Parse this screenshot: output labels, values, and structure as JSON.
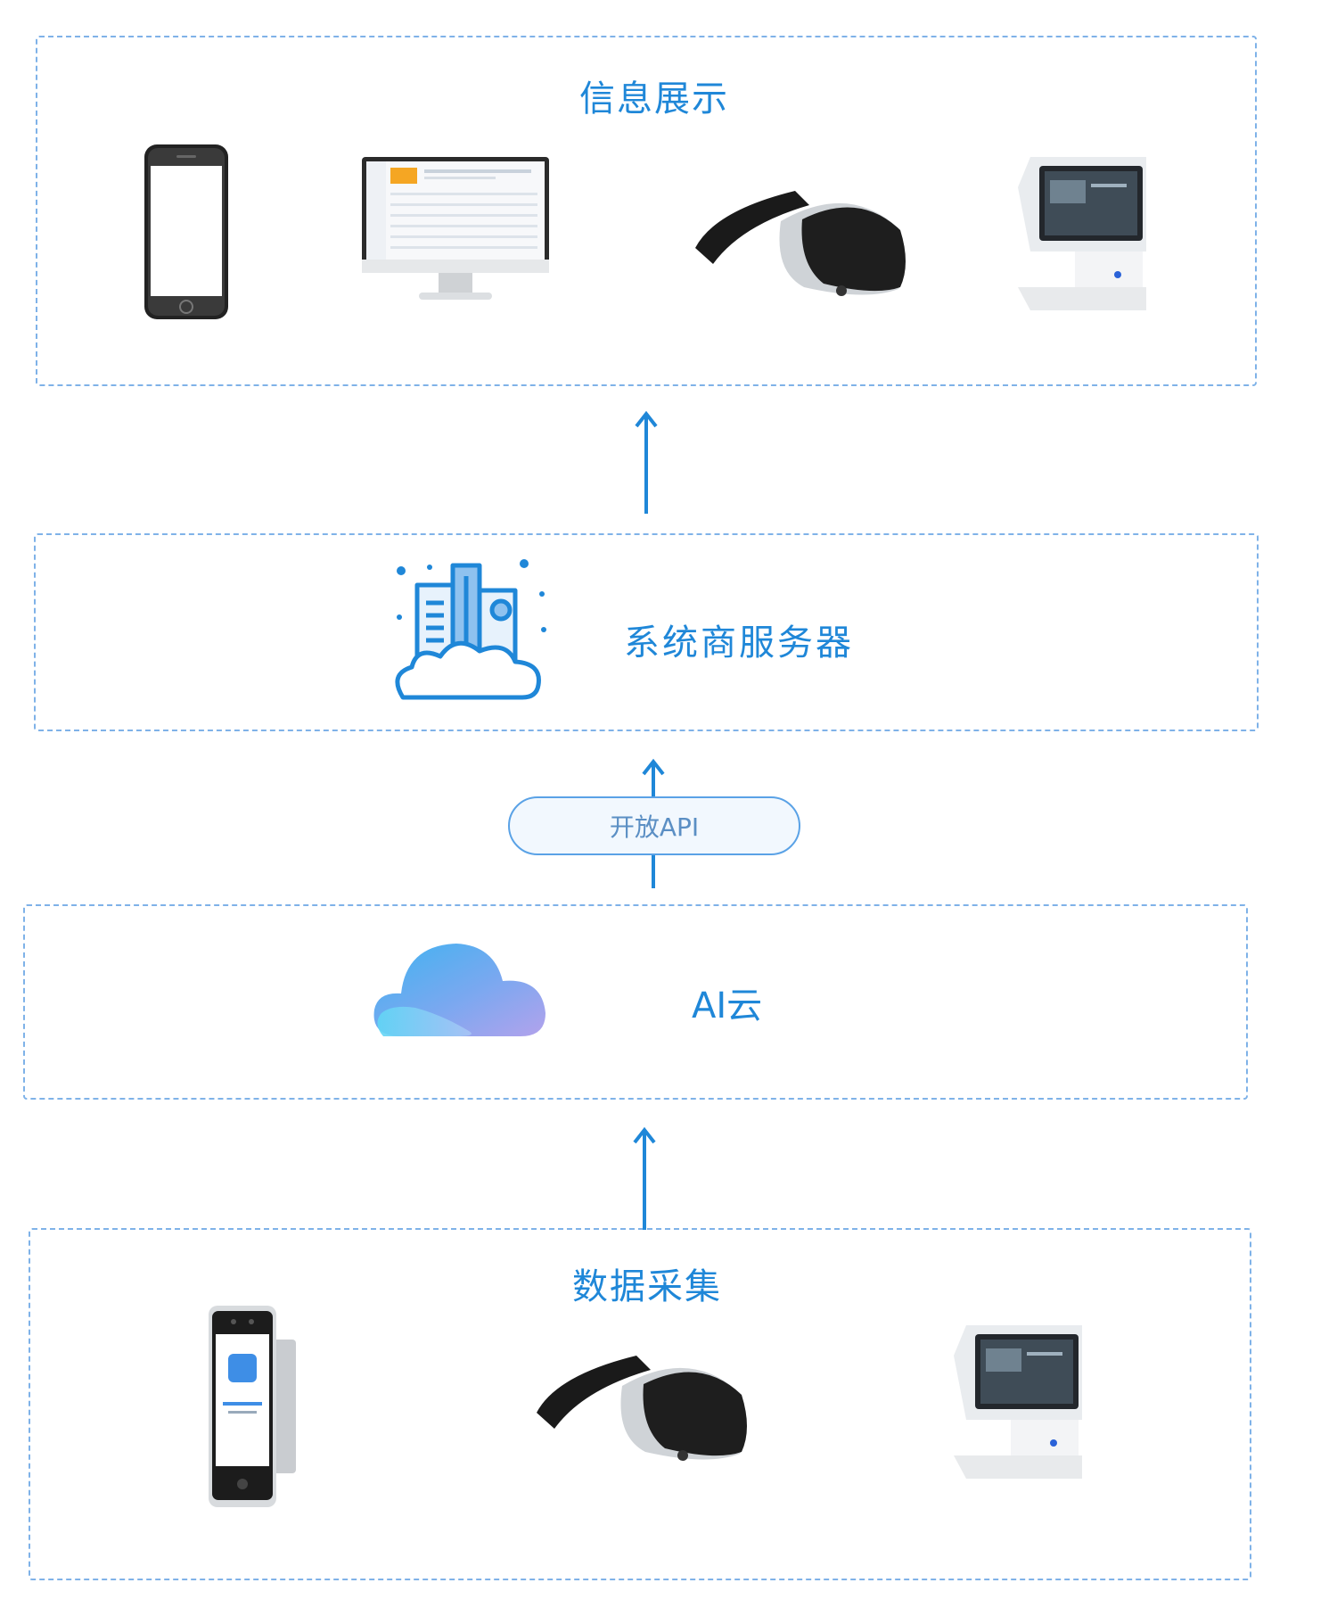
{
  "layers": {
    "display": {
      "title": "信息展示"
    },
    "server": {
      "label": "系统商服务器"
    },
    "api": {
      "label": "开放API"
    },
    "ai": {
      "label": "AI云"
    },
    "collect": {
      "title": "数据采集"
    }
  },
  "colors": {
    "accent": "#1f87d8",
    "dashed_border": "#7fb2e8",
    "api_border": "#5aa2e6",
    "api_fill": "#f2f8fe"
  },
  "icons": {
    "display": [
      "smartphone-icon",
      "monitor-icon",
      "vr-headset-icon",
      "kiosk-terminal-icon"
    ],
    "server": "server-buildings-cloud-icon",
    "ai": "ai-cloud-icon",
    "collect": [
      "face-recognition-terminal-icon",
      "vr-headset-icon",
      "kiosk-terminal-icon"
    ]
  }
}
